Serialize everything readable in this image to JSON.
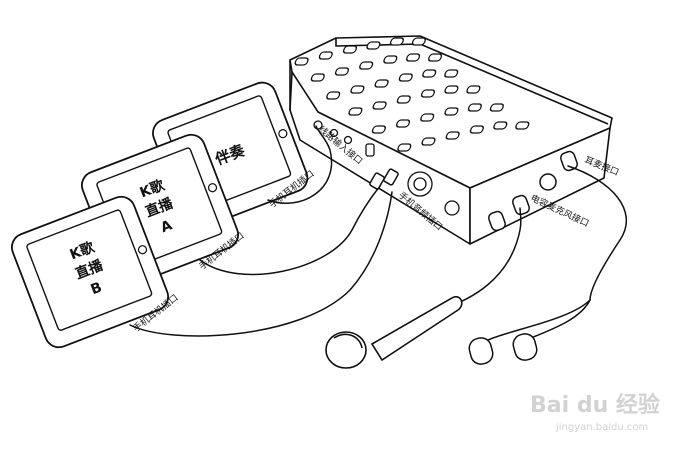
{
  "phones": {
    "accompaniment": "伴奏",
    "live_a": {
      "line1": "K歌",
      "line2": "直播",
      "line3": "A"
    },
    "live_b": {
      "line1": "K歌",
      "line2": "直播",
      "line3": "B"
    }
  },
  "labels": {
    "phone_headset_port_top": "手机耳机插口",
    "phone_headset_port_mid": "手机耳机插口",
    "phone_headset_port_bottom": "手机耳机插口",
    "line_input_port": "线路输入接口",
    "phone_audio_port": "手机音频插口",
    "condenser_mic_port": "电容麦克风接口",
    "monitor_port": "耳麦接口"
  },
  "watermark": {
    "brand": "Bai du 经验",
    "url": "jingyan.baidu.com"
  }
}
